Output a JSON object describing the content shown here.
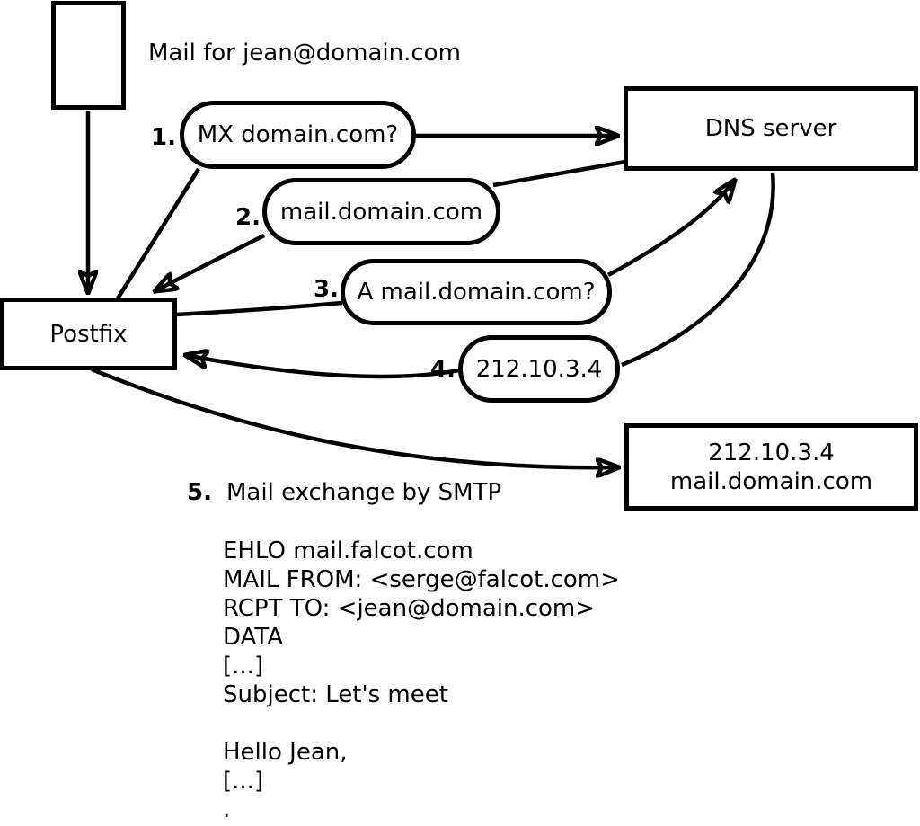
{
  "colors": {
    "ink": "#000000",
    "background": "#ffffff"
  },
  "icons": {
    "incoming_mail": "mail-message-rectangle",
    "arrowhead": "filled-black-triangle"
  },
  "caption": {
    "text": "Mail for jean@domain.com"
  },
  "nodes": {
    "postfix": {
      "label": "Postfix"
    },
    "dns_server": {
      "label": "DNS server"
    },
    "mail_server": {
      "line1": "212.10.3.4",
      "line2": "mail.domain.com"
    }
  },
  "steps": [
    {
      "number": "1.",
      "label": "MX domain.com?"
    },
    {
      "number": "2.",
      "label": "mail.domain.com"
    },
    {
      "number": "3.",
      "label": "A mail.domain.com?"
    },
    {
      "number": "4.",
      "label": "212.10.3.4"
    },
    {
      "number": "5.",
      "label": "Mail exchange by SMTP"
    }
  ],
  "smtp_session": {
    "lines": [
      "EHLO mail.falcot.com",
      "MAIL FROM: <serge@falcot.com>",
      "RCPT TO: <jean@domain.com>",
      "DATA",
      "[...]",
      "Subject: Let's meet",
      "",
      "Hello Jean,",
      "[...]",
      "."
    ]
  }
}
